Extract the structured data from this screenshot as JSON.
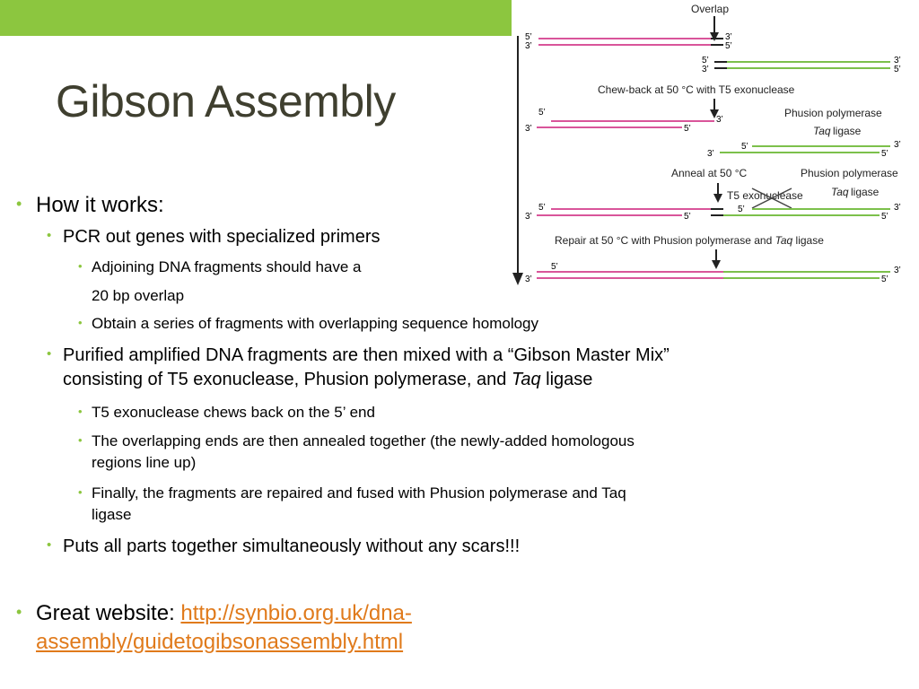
{
  "slide": {
    "title": "Gibson Assembly",
    "colors": {
      "accent": "#8cc63f",
      "link": "#e07a1b",
      "title": "#3f3f2f",
      "pink": "#d9559a",
      "green": "#7cc04b"
    }
  },
  "bullets": {
    "how": "How it works:",
    "pcr": "PCR out genes with specialized primers",
    "adjoin": "Adjoining DNA fragments should have a",
    "overlap": "20 bp overlap",
    "obtain": "Obtain a series of fragments with overlapping sequence homology",
    "purified1": "Purified amplified DNA fragments are then mixed with a “Gibson Master Mix”",
    "purified2a": "consisting of T5 exonuclease, Phusion polymerase, and ",
    "purified2b": "Taq",
    "purified2c": " ligase",
    "t5": "T5 exonuclease chews back on the 5’ end",
    "ends1": "The overlapping ends are then annealed together (the newly-added homologous",
    "ends2": "regions line up)",
    "finally1": "Finally, the fragments are repaired and fused with Phusion polymerase and Taq",
    "finally2": "ligase",
    "puts": "Puts all parts together simultaneously without any scars!!!",
    "website_label": "Great website: ",
    "website_url1": "http://synbio.org.uk/dna-",
    "website_url2": "assembly/guidetogibsonassembly.html"
  },
  "figure": {
    "overlap": "Overlap",
    "chew": "Chew-back at 50 °C with T5 exonuclease",
    "phusion1": "Phusion polymerase",
    "taq1": "Taq",
    "ligase1": " ligase",
    "anneal": "Anneal at 50 °C",
    "phusion2": "Phusion polymerase",
    "t5": "T5 exonuclease",
    "taq2": "Taq",
    "ligase2": " ligase",
    "repair_a": "Repair at 50 °C with Phusion polymerase and ",
    "repair_b": "Taq",
    "repair_c": " ligase",
    "p5": "5’",
    "p3": "3’"
  }
}
